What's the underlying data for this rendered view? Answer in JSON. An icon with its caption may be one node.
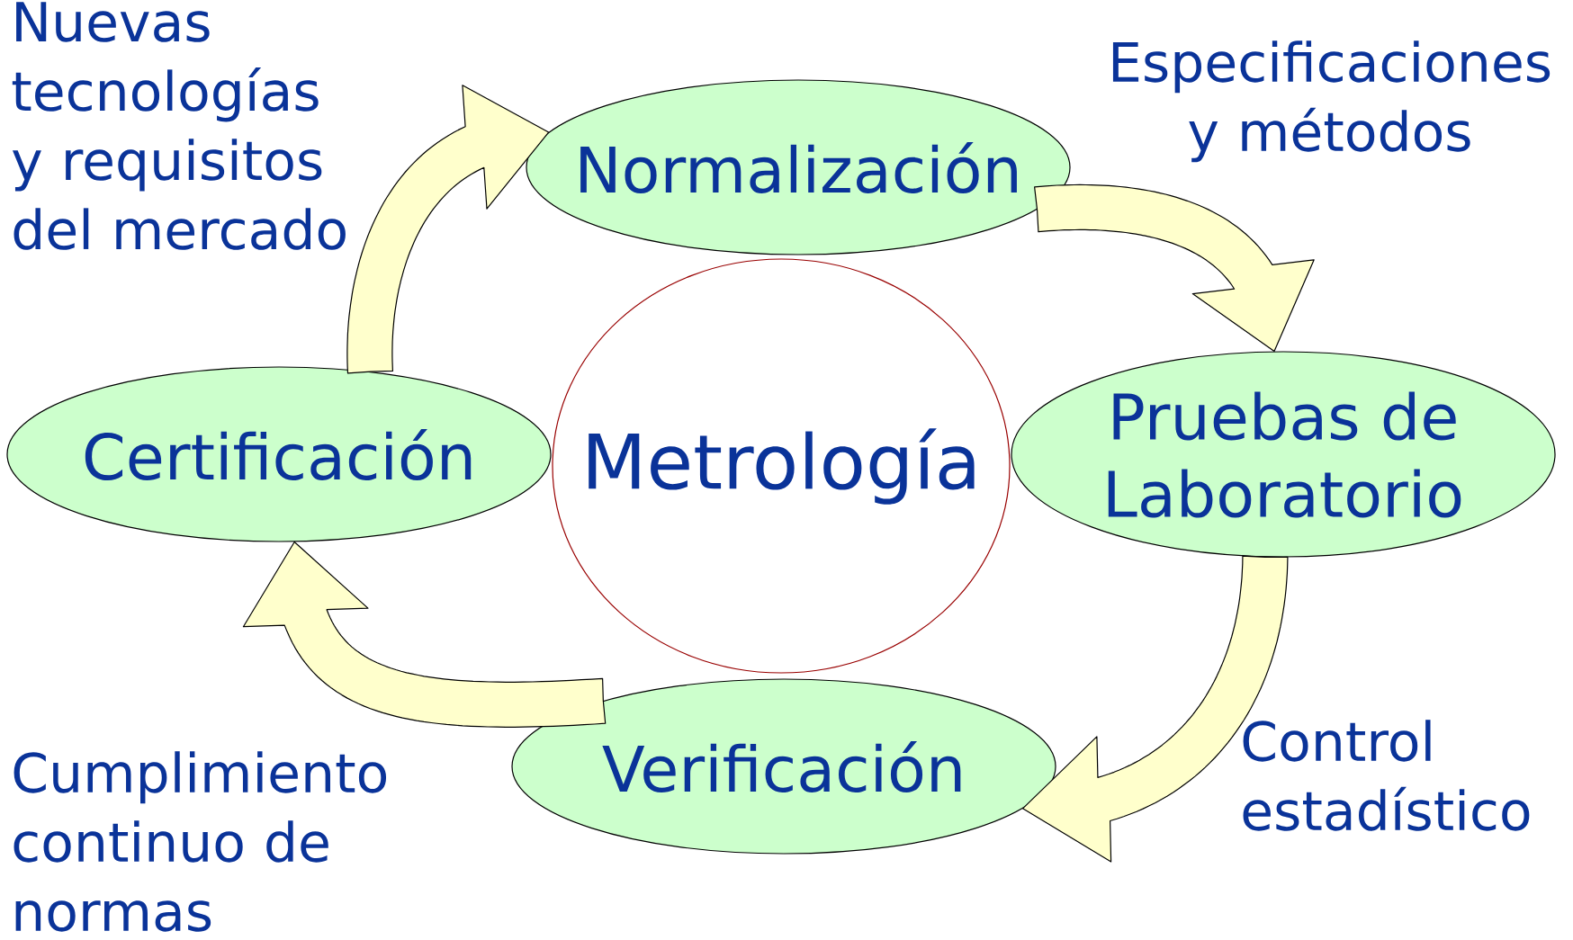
{
  "diagram": {
    "nodes": [
      {
        "text": [
          "Normalización"
        ]
      },
      {
        "text": [
          "Certificación"
        ]
      },
      {
        "text": [
          "Metrología"
        ]
      },
      {
        "text": [
          "Pruebas de Laboratorio"
        ]
      },
      {
        "text": [
          "Verificación"
        ]
      }
    ],
    "edges": [
      {
        "from": 1,
        "to": 0,
        "arrow": "to",
        "label": "Nuevas tecnologías y requisitos del mercado"
      },
      {
        "from": 0,
        "to": 3,
        "arrow": "to",
        "label": "Especificaciones y métodos"
      },
      {
        "from": 3,
        "to": 4,
        "arrow": "to",
        "label": "Control estadístico"
      },
      {
        "from": 4,
        "to": 1,
        "arrow": "to",
        "label": "Cumplimiento continuo de normas"
      }
    ]
  }
}
